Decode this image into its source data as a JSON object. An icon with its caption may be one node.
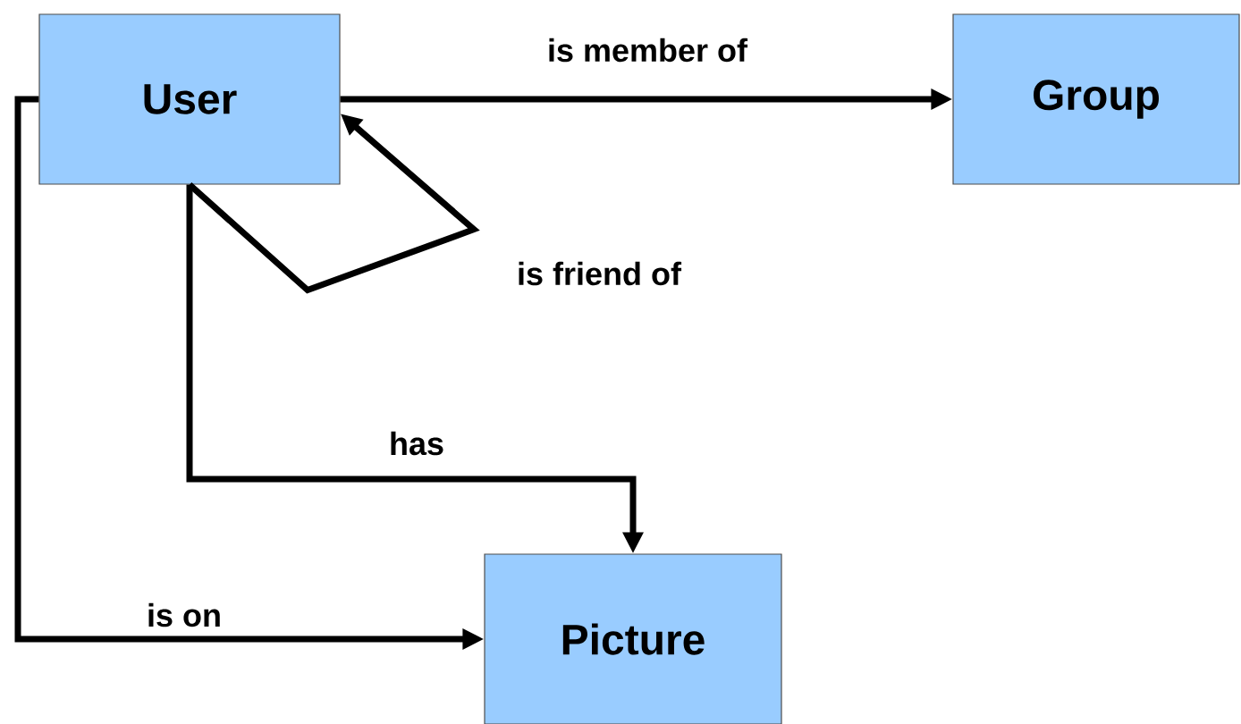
{
  "diagram": {
    "nodes": [
      {
        "text": [
          "User"
        ]
      },
      {
        "text": [
          "Group"
        ]
      },
      {
        "text": [
          "Picture"
        ]
      }
    ],
    "edges": [
      {
        "from": 0,
        "to": 1,
        "arrow": "to",
        "label": "is member of"
      },
      {
        "from": 0,
        "to": 0,
        "arrow": "to",
        "label": "is friend of"
      },
      {
        "from": 0,
        "to": 2,
        "arrow": "to",
        "label": "has"
      },
      {
        "from": 0,
        "to": 2,
        "arrow": "to",
        "label": "is on"
      }
    ]
  }
}
